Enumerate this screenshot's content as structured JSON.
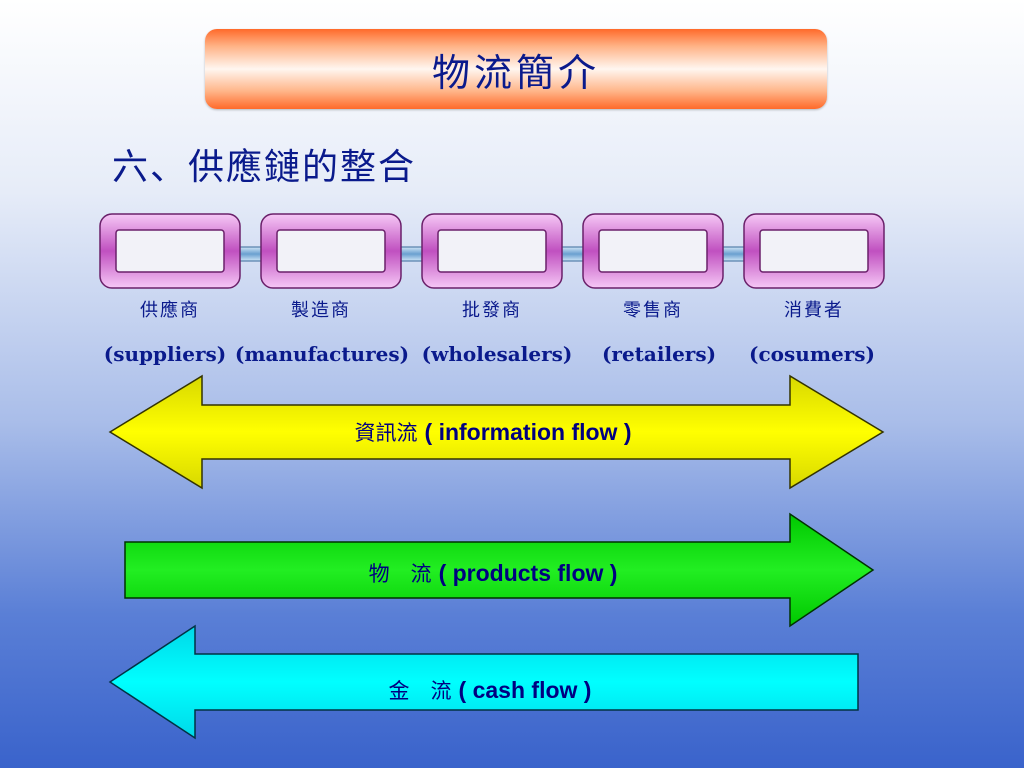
{
  "header": {
    "title": "物流簡介",
    "subtitle": "六、供應鏈的整合"
  },
  "chain": {
    "stages": [
      {
        "zh": "供應商",
        "en": "(suppliers)"
      },
      {
        "zh": "製造商",
        "en": "(manufactures)"
      },
      {
        "zh": "批發商",
        "en": "(wholesalers)"
      },
      {
        "zh": "零售商",
        "en": "(retailers)"
      },
      {
        "zh": "消費者",
        "en": "(cosumers)"
      }
    ]
  },
  "flows": {
    "information": {
      "zh": "資訊流",
      "en": "( information flow )",
      "direction": "both",
      "color": "#ffff00"
    },
    "products": {
      "zh": "物　流",
      "en": "( products  flow )",
      "direction": "right",
      "color": "#00ee00"
    },
    "cash": {
      "zh": "金　流",
      "en": "( cash   flow )",
      "direction": "left",
      "color": "#00ffff"
    }
  },
  "colors": {
    "title_text": "#0a1a8c",
    "chain_link": "#c050c0",
    "chain_connector": "#6aa0d0"
  }
}
